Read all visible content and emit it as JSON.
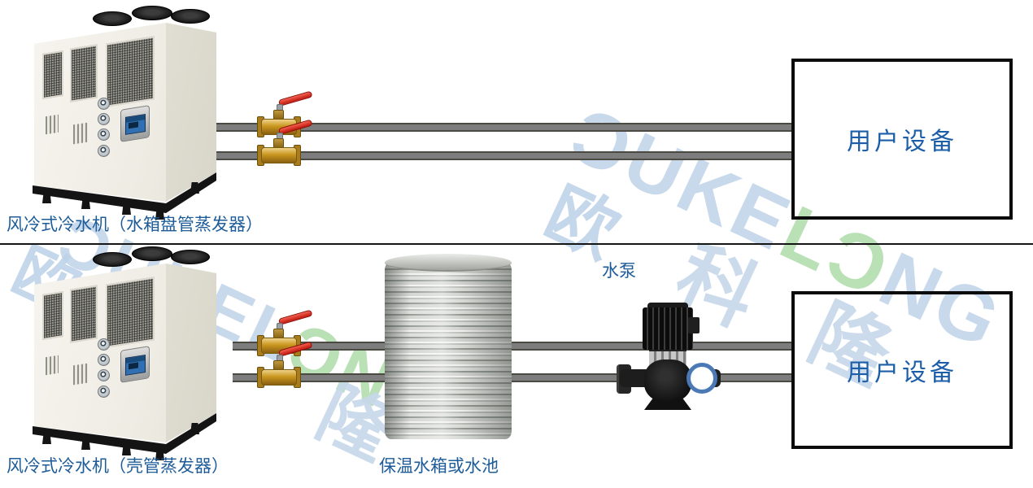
{
  "top_diagram": {
    "chiller_label": "风冷式冷水机（水箱盘管蒸发器）",
    "user_box_label": "用户设备"
  },
  "bottom_diagram": {
    "chiller_label": "风冷式冷水机（壳管蒸发器）",
    "tank_label": "保温水箱或水池",
    "pump_label": "水泵",
    "user_box_label": "用户设备"
  },
  "watermark": {
    "brand": "OUKELONG",
    "letters": [
      "Ɔ",
      "U",
      "K",
      "E",
      "L",
      "Ɔ",
      "N",
      "G"
    ],
    "cjk": [
      "欧",
      "科",
      "隆"
    ],
    "blue": "#c6d8eb",
    "green": "#b7dfb2",
    "instances": [
      {
        "green_indices": [
          4,
          5
        ]
      },
      {
        "green_indices": [
          5,
          6
        ]
      }
    ]
  },
  "colors": {
    "label_blue": "#1d5c99",
    "user_box_text_blue": "#1c5ea8",
    "pipe_gray": "#7d7d7d",
    "valve_brass": "#c9971f",
    "valve_handle_red": "#d42015",
    "box_border_black": "#0b0b0b"
  }
}
